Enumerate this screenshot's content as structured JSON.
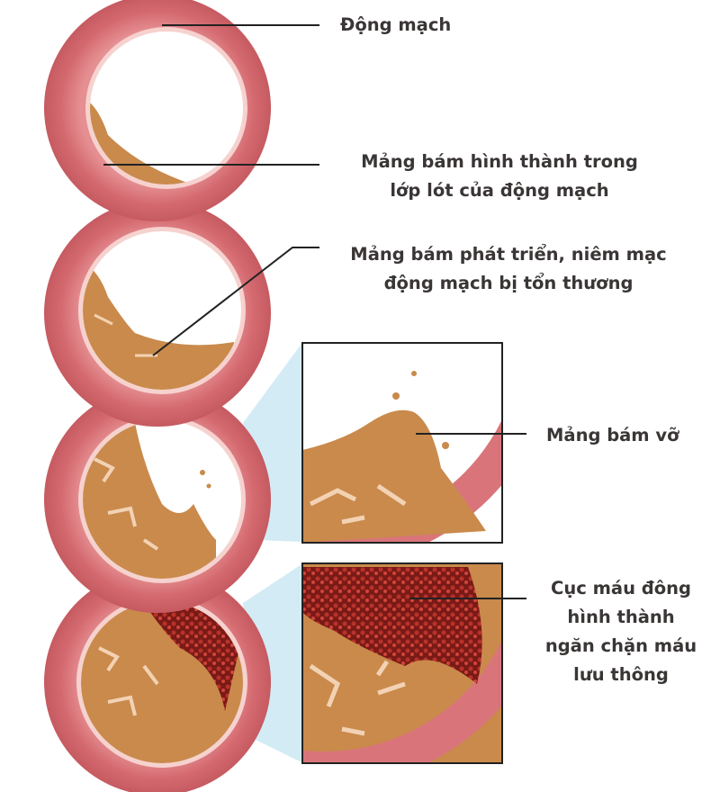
{
  "labels": {
    "artery": "Động mạch",
    "plaque_forms": [
      "Mảng bám hình thành trong",
      "lớp lót của động mạch"
    ],
    "plaque_grows": [
      "Mảng bám phát triển, niêm mạc",
      "động mạch bị tổn thương"
    ],
    "plaque_ruptures": "Mảng bám vỡ",
    "clot_forms": [
      "Cục máu đông",
      "hình thành",
      "ngăn chặn máu",
      "lưu thông"
    ]
  },
  "colors": {
    "artery_wall": "#d9757a",
    "artery_inner": "#f4c9c6",
    "plaque": "#c98a4c",
    "clot": "#8e1f1a",
    "highlight": "#cfe8f3",
    "text": "#3b3636"
  }
}
